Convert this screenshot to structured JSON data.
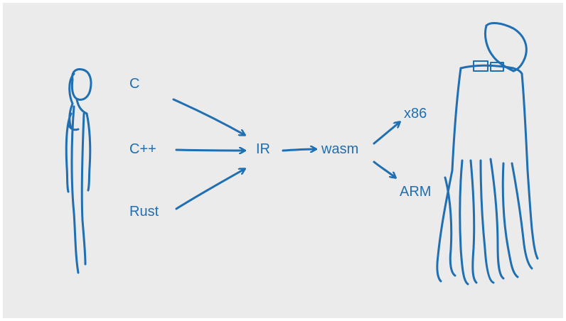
{
  "diagram": {
    "sources": [
      {
        "id": "c",
        "label": "C"
      },
      {
        "id": "cpp",
        "label": "C++"
      },
      {
        "id": "rust",
        "label": "Rust"
      }
    ],
    "ir_label": "IR",
    "wasm_label": "wasm",
    "targets": [
      {
        "id": "x86",
        "label": "x86"
      },
      {
        "id": "arm",
        "label": "ARM"
      }
    ]
  },
  "colors": {
    "ink": "#1f6fb2",
    "background": "#ebebeb"
  }
}
